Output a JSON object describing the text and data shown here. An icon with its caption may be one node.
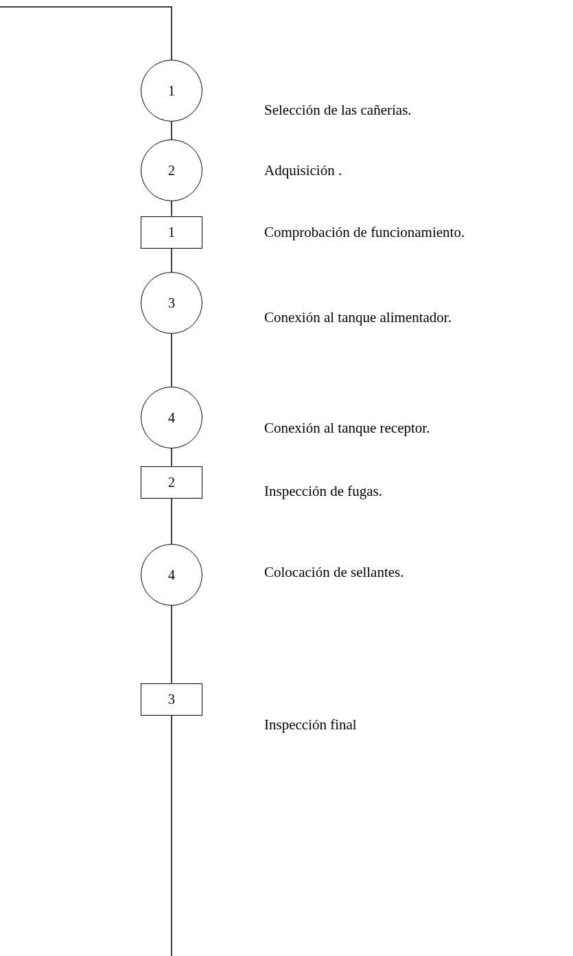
{
  "diagram": {
    "nodes": [
      {
        "text": [
          "1"
        ]
      },
      {
        "text": [
          "2"
        ]
      },
      {
        "text": [
          "1"
        ]
      },
      {
        "text": [
          "3"
        ]
      },
      {
        "text": [
          "4"
        ]
      },
      {
        "text": [
          "2"
        ]
      },
      {
        "text": [
          "4"
        ]
      },
      {
        "text": [
          "3"
        ]
      }
    ],
    "edges": [
      {
        "from": null,
        "to": 0,
        "arrow": "none"
      },
      {
        "from": 0,
        "to": 1,
        "arrow": "none"
      },
      {
        "from": 1,
        "to": 2,
        "arrow": "none"
      },
      {
        "from": 2,
        "to": 3,
        "arrow": "none"
      },
      {
        "from": 3,
        "to": 4,
        "arrow": "none"
      },
      {
        "from": 4,
        "to": 5,
        "arrow": "none"
      },
      {
        "from": 5,
        "to": 6,
        "arrow": "none"
      },
      {
        "from": 6,
        "to": 7,
        "arrow": "none"
      },
      {
        "from": 7,
        "to": null,
        "arrow": "none"
      }
    ],
    "labels": [
      "Selección de las cañerías.",
      "Adquisición .",
      "Comprobación de funcionamiento.",
      "Conexión al tanque alimentador.",
      "Conexión al tanque receptor.",
      "Inspección de fugas.",
      "Colocación de sellantes.",
      "Inspección final"
    ]
  }
}
